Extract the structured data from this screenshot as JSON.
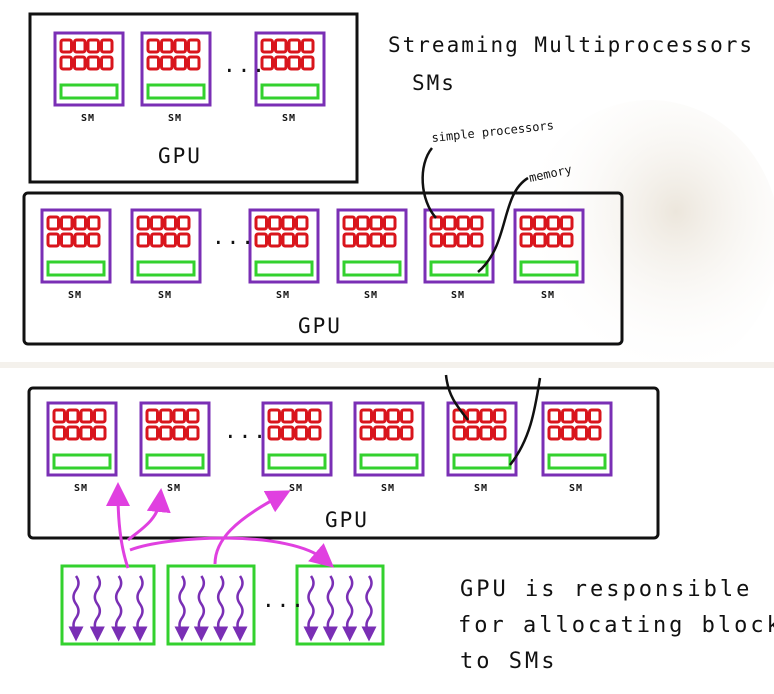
{
  "labels": {
    "top_title_line1": "Streaming Multiprocessors",
    "top_title_line2": "SMs",
    "simple_processors": "simple processors",
    "memory": "memory",
    "gpu": "GPU",
    "sm": "SM",
    "ellipsis": "...",
    "note_line1": "GPU is responsible",
    "note_line2": "for allocating blocks",
    "note_line3": "to SMs"
  },
  "colors": {
    "sm_outline": "#7a2fb5",
    "processor": "#d9151c",
    "memory_bar": "#33d12e",
    "ink": "#111111",
    "arrow": "#e040e0",
    "thread": "#7a2fb5",
    "block_outline": "#33d12e",
    "hand_shadow": "#e9e3da"
  }
}
